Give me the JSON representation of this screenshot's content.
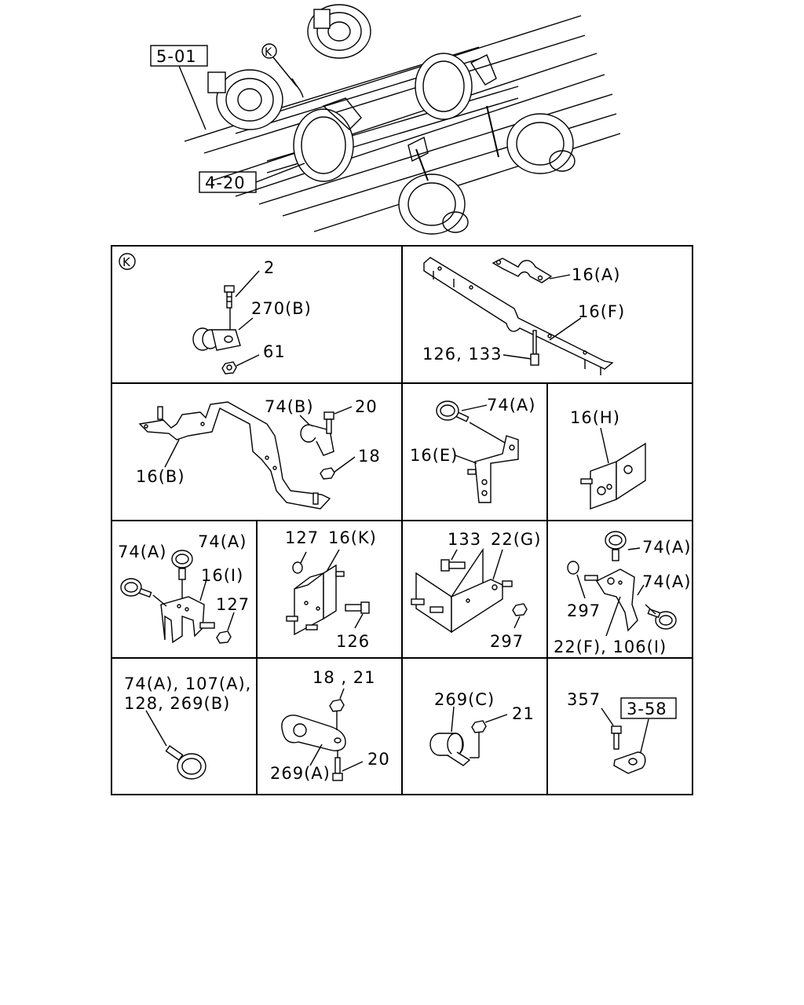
{
  "overview": {
    "ref_5_01": "5-01",
    "ref_4_20": "4-20",
    "detail_marker": "K"
  },
  "cells": {
    "c1": {
      "marker": "K",
      "labels": [
        "2",
        "270(B)",
        "61"
      ]
    },
    "c2": {
      "labels": [
        "16(A)",
        "16(F)",
        "126, 133"
      ]
    },
    "c3": {
      "labels": [
        "74(B)",
        "20",
        "18",
        "16(B)"
      ]
    },
    "c4": {
      "labels": [
        "74(A)",
        "16(E)"
      ]
    },
    "c5": {
      "labels": [
        "16(H)"
      ]
    },
    "c6": {
      "labels": [
        "74(A)",
        "74(A)",
        "16(I)",
        "127"
      ]
    },
    "c7": {
      "labels": [
        "127",
        "16(K)",
        "126"
      ]
    },
    "c8": {
      "labels": [
        "133",
        "22(G)",
        "297"
      ]
    },
    "c9": {
      "labels": [
        "74(A)",
        "74(A)",
        "297",
        "22(F), 106(I)"
      ]
    },
    "c10": {
      "labels": [
        "74(A), 107(A),",
        "128, 269(B)"
      ]
    },
    "c11": {
      "labels": [
        "18 , 21",
        "269(A)",
        "20"
      ]
    },
    "c12": {
      "labels": [
        "269(C)",
        "21"
      ]
    },
    "c13": {
      "labels": [
        "357",
        "3-58"
      ]
    }
  }
}
